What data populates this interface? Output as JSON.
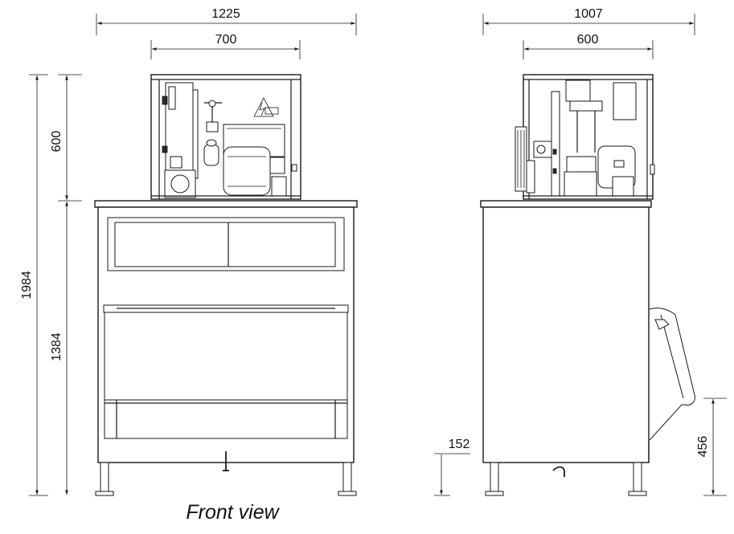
{
  "dimensions": {
    "front_total_width": "1225",
    "front_top_width": "700",
    "front_top_height": "600",
    "front_total_height": "1984",
    "front_bin_height": "1384",
    "side_total_width": "1007",
    "side_top_width": "600",
    "side_leg_height": "152",
    "side_handle_height": "456"
  },
  "labels": {
    "front_caption": "Front view"
  }
}
